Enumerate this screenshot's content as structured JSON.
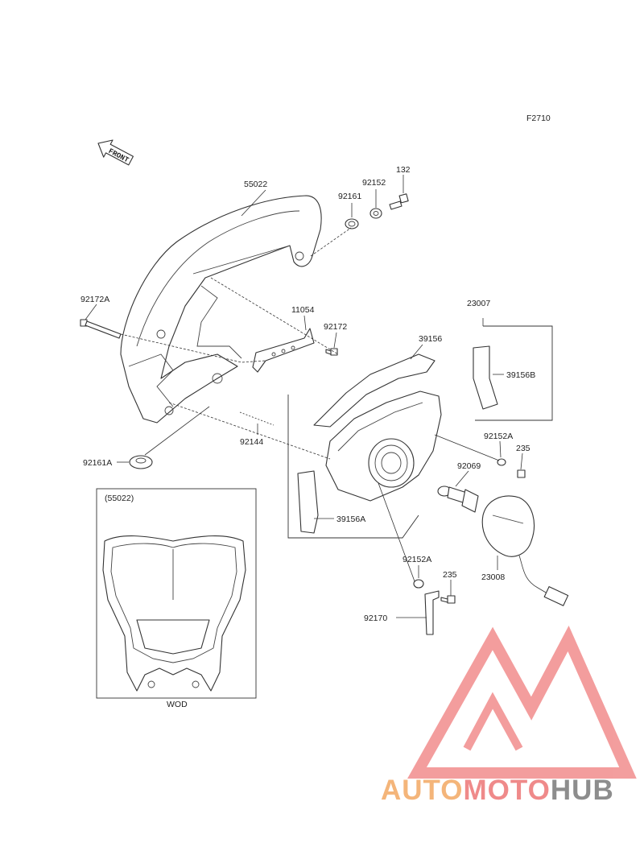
{
  "figure_code": "F2710",
  "direction_label": "FRONT",
  "inset_label": "(55022)",
  "inset_caption": "WOD",
  "parts": [
    {
      "id": "p55022",
      "label": "55022"
    },
    {
      "id": "p92161",
      "label": "92161"
    },
    {
      "id": "p92152",
      "label": "92152"
    },
    {
      "id": "p132",
      "label": "132"
    },
    {
      "id": "p92172A",
      "label": "92172A"
    },
    {
      "id": "p11054",
      "label": "11054"
    },
    {
      "id": "p92172",
      "label": "92172"
    },
    {
      "id": "p23007",
      "label": "23007"
    },
    {
      "id": "p39156",
      "label": "39156"
    },
    {
      "id": "p39156B",
      "label": "39156B"
    },
    {
      "id": "p92152A_1",
      "label": "92152A"
    },
    {
      "id": "p235_1",
      "label": "235"
    },
    {
      "id": "p92069",
      "label": "92069"
    },
    {
      "id": "p92144",
      "label": "92144"
    },
    {
      "id": "p92161A",
      "label": "92161A"
    },
    {
      "id": "p39156A",
      "label": "39156A"
    },
    {
      "id": "p92152A_2",
      "label": "92152A"
    },
    {
      "id": "p235_2",
      "label": "235"
    },
    {
      "id": "p23008",
      "label": "23008"
    },
    {
      "id": "p92170",
      "label": "92170"
    }
  ],
  "watermark": {
    "word_1": "AUTO",
    "word_2": "MOTO",
    "word_3": "HUB",
    "colors": {
      "orange": "#f4b57a",
      "red": "#ef8a8a",
      "gray": "#8d8d8d"
    }
  }
}
